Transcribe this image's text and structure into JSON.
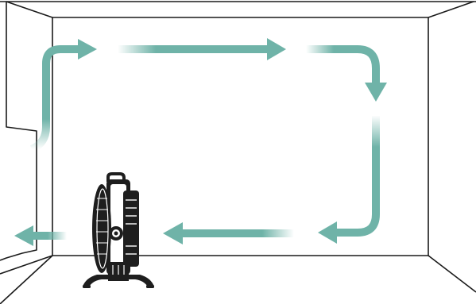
{
  "diagram": {
    "subject": "airflow-circulation-in-room",
    "colors": {
      "background": "#ffffff",
      "room_line": "#1a1a1a",
      "arrow": "#6fb3a8",
      "fan_body": "#1e1e1e",
      "fan_highlight": "#ffffff"
    },
    "icons": {
      "fan": "floor-fan-icon",
      "flow": "airflow-arrow"
    },
    "flow_segments": [
      {
        "name": "rising-left-wall"
      },
      {
        "name": "along-ceiling"
      },
      {
        "name": "descending-right-wall"
      },
      {
        "name": "along-floor"
      },
      {
        "name": "exit-left"
      }
    ]
  }
}
